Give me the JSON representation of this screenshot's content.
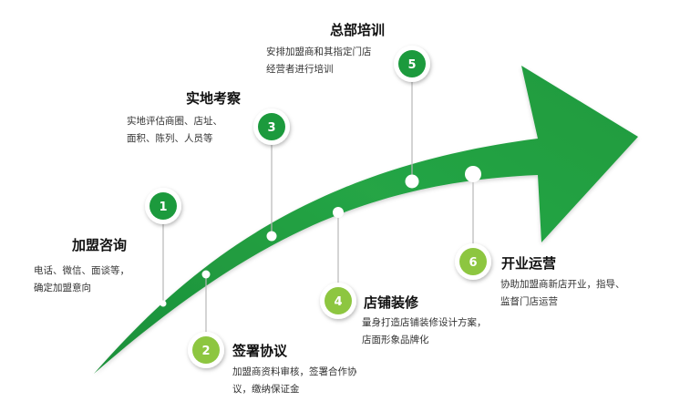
{
  "colors": {
    "arrow_dark": "#1e9a3e",
    "arrow_light": "#2fb24c",
    "badge_dark": "#1e9a3e",
    "badge_light": "#8dc63f",
    "connector": "#b8b8b8"
  },
  "steps": [
    {
      "number": "1",
      "title": "加盟咨询",
      "desc_lines": [
        "电话、微信、面谈等，",
        "确定加盟意向"
      ]
    },
    {
      "number": "2",
      "title": "签署协议",
      "desc_lines": [
        "加盟商资料审核，签署合作协",
        "议，缴纳保证金"
      ]
    },
    {
      "number": "3",
      "title": "实地考察",
      "desc_lines": [
        "实地评估商圈、店址、",
        "面积、陈列、人员等"
      ]
    },
    {
      "number": "4",
      "title": "店铺装修",
      "desc_lines": [
        "量身打造店铺装修设计方案，",
        "店面形象品牌化"
      ]
    },
    {
      "number": "5",
      "title": "总部培训",
      "desc_lines": [
        "安排加盟商和其指定门店",
        "经营者进行培训"
      ]
    },
    {
      "number": "6",
      "title": "开业运营",
      "desc_lines": [
        "协助加盟商新店开业，指导、",
        "监督门店运营"
      ]
    }
  ]
}
